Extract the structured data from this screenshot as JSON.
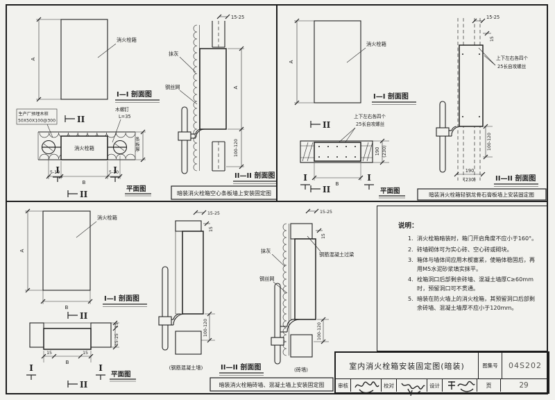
{
  "shared": {
    "sec1_label": "I—I 剖面图",
    "sec2_label": "II—II 剖面图",
    "plan_label": "平面图",
    "box_label": "消火栓箱",
    "mark1": "I",
    "mark2": "II"
  },
  "panel_tl": {
    "caption": "暗装消火栓箱空心条板墙上安装固定图",
    "embed1": "生产厂预埋木桩",
    "embed2": "50X50X100@300",
    "screw1": "木螺钉",
    "screw2": "L=35",
    "plaster": "抹灰",
    "mesh": "钢丝网",
    "panel_thk": "条板厚",
    "dimA": "A",
    "dimB": "B",
    "gap": "5-10",
    "front": "15-25",
    "back": "100-120"
  },
  "panel_tr": {
    "caption": "暗装消火栓箱轻钢龙骨石膏板墙上安装固定图",
    "screws1": "上下左右各四个",
    "screws2": "25长自攻螺丝",
    "dimA": "A",
    "dimB": "B",
    "w1": "190",
    "w2": "(230)",
    "front": "15-25",
    "lap": "15",
    "back": "100-120"
  },
  "panel_bl": {
    "caption": "暗装消火栓箱砖墙、混凝土墙上安装固定图",
    "wall1": "(钢筋混凝土墙)",
    "wall2": "(砖墙)",
    "plaster": "抹灰",
    "mesh": "钢丝网",
    "lintel": "钢筋混凝土过梁",
    "dimA": "A",
    "dimB": "B",
    "side": "15",
    "front": "15-25",
    "lap": "15",
    "back": "100-120"
  },
  "notes": {
    "title": "说明：",
    "items": [
      {
        "no": "1.",
        "text": "消火栓箱暗装时，箱门开启角度不应小于160°。"
      },
      {
        "no": "2.",
        "text": "砖墙砌体可为实心砖、空心砖或砌块。"
      },
      {
        "no": "3.",
        "text": "箱体与墙体间应用木楔塞紧，使箱体稳固后，再用M5水泥砂浆填实抹平。"
      },
      {
        "no": "4.",
        "text": "栓箱洞口后部剩余砖墙、混凝土墙厚C≥60mm时，预留洞口可不贯通。"
      },
      {
        "no": "5.",
        "text": "暗装在防火墙上的消火栓箱，其预留洞口后部剩余砖墙、混凝土墙厚不应小于120mm。"
      }
    ]
  },
  "titleblock": {
    "title": "室内消火栓箱安装固定图(暗装)",
    "atlas_label": "图集号",
    "atlas_no": "04S202",
    "page_label": "页",
    "page_no": "29",
    "review": "审核",
    "proof": "校对",
    "design": "设计"
  }
}
